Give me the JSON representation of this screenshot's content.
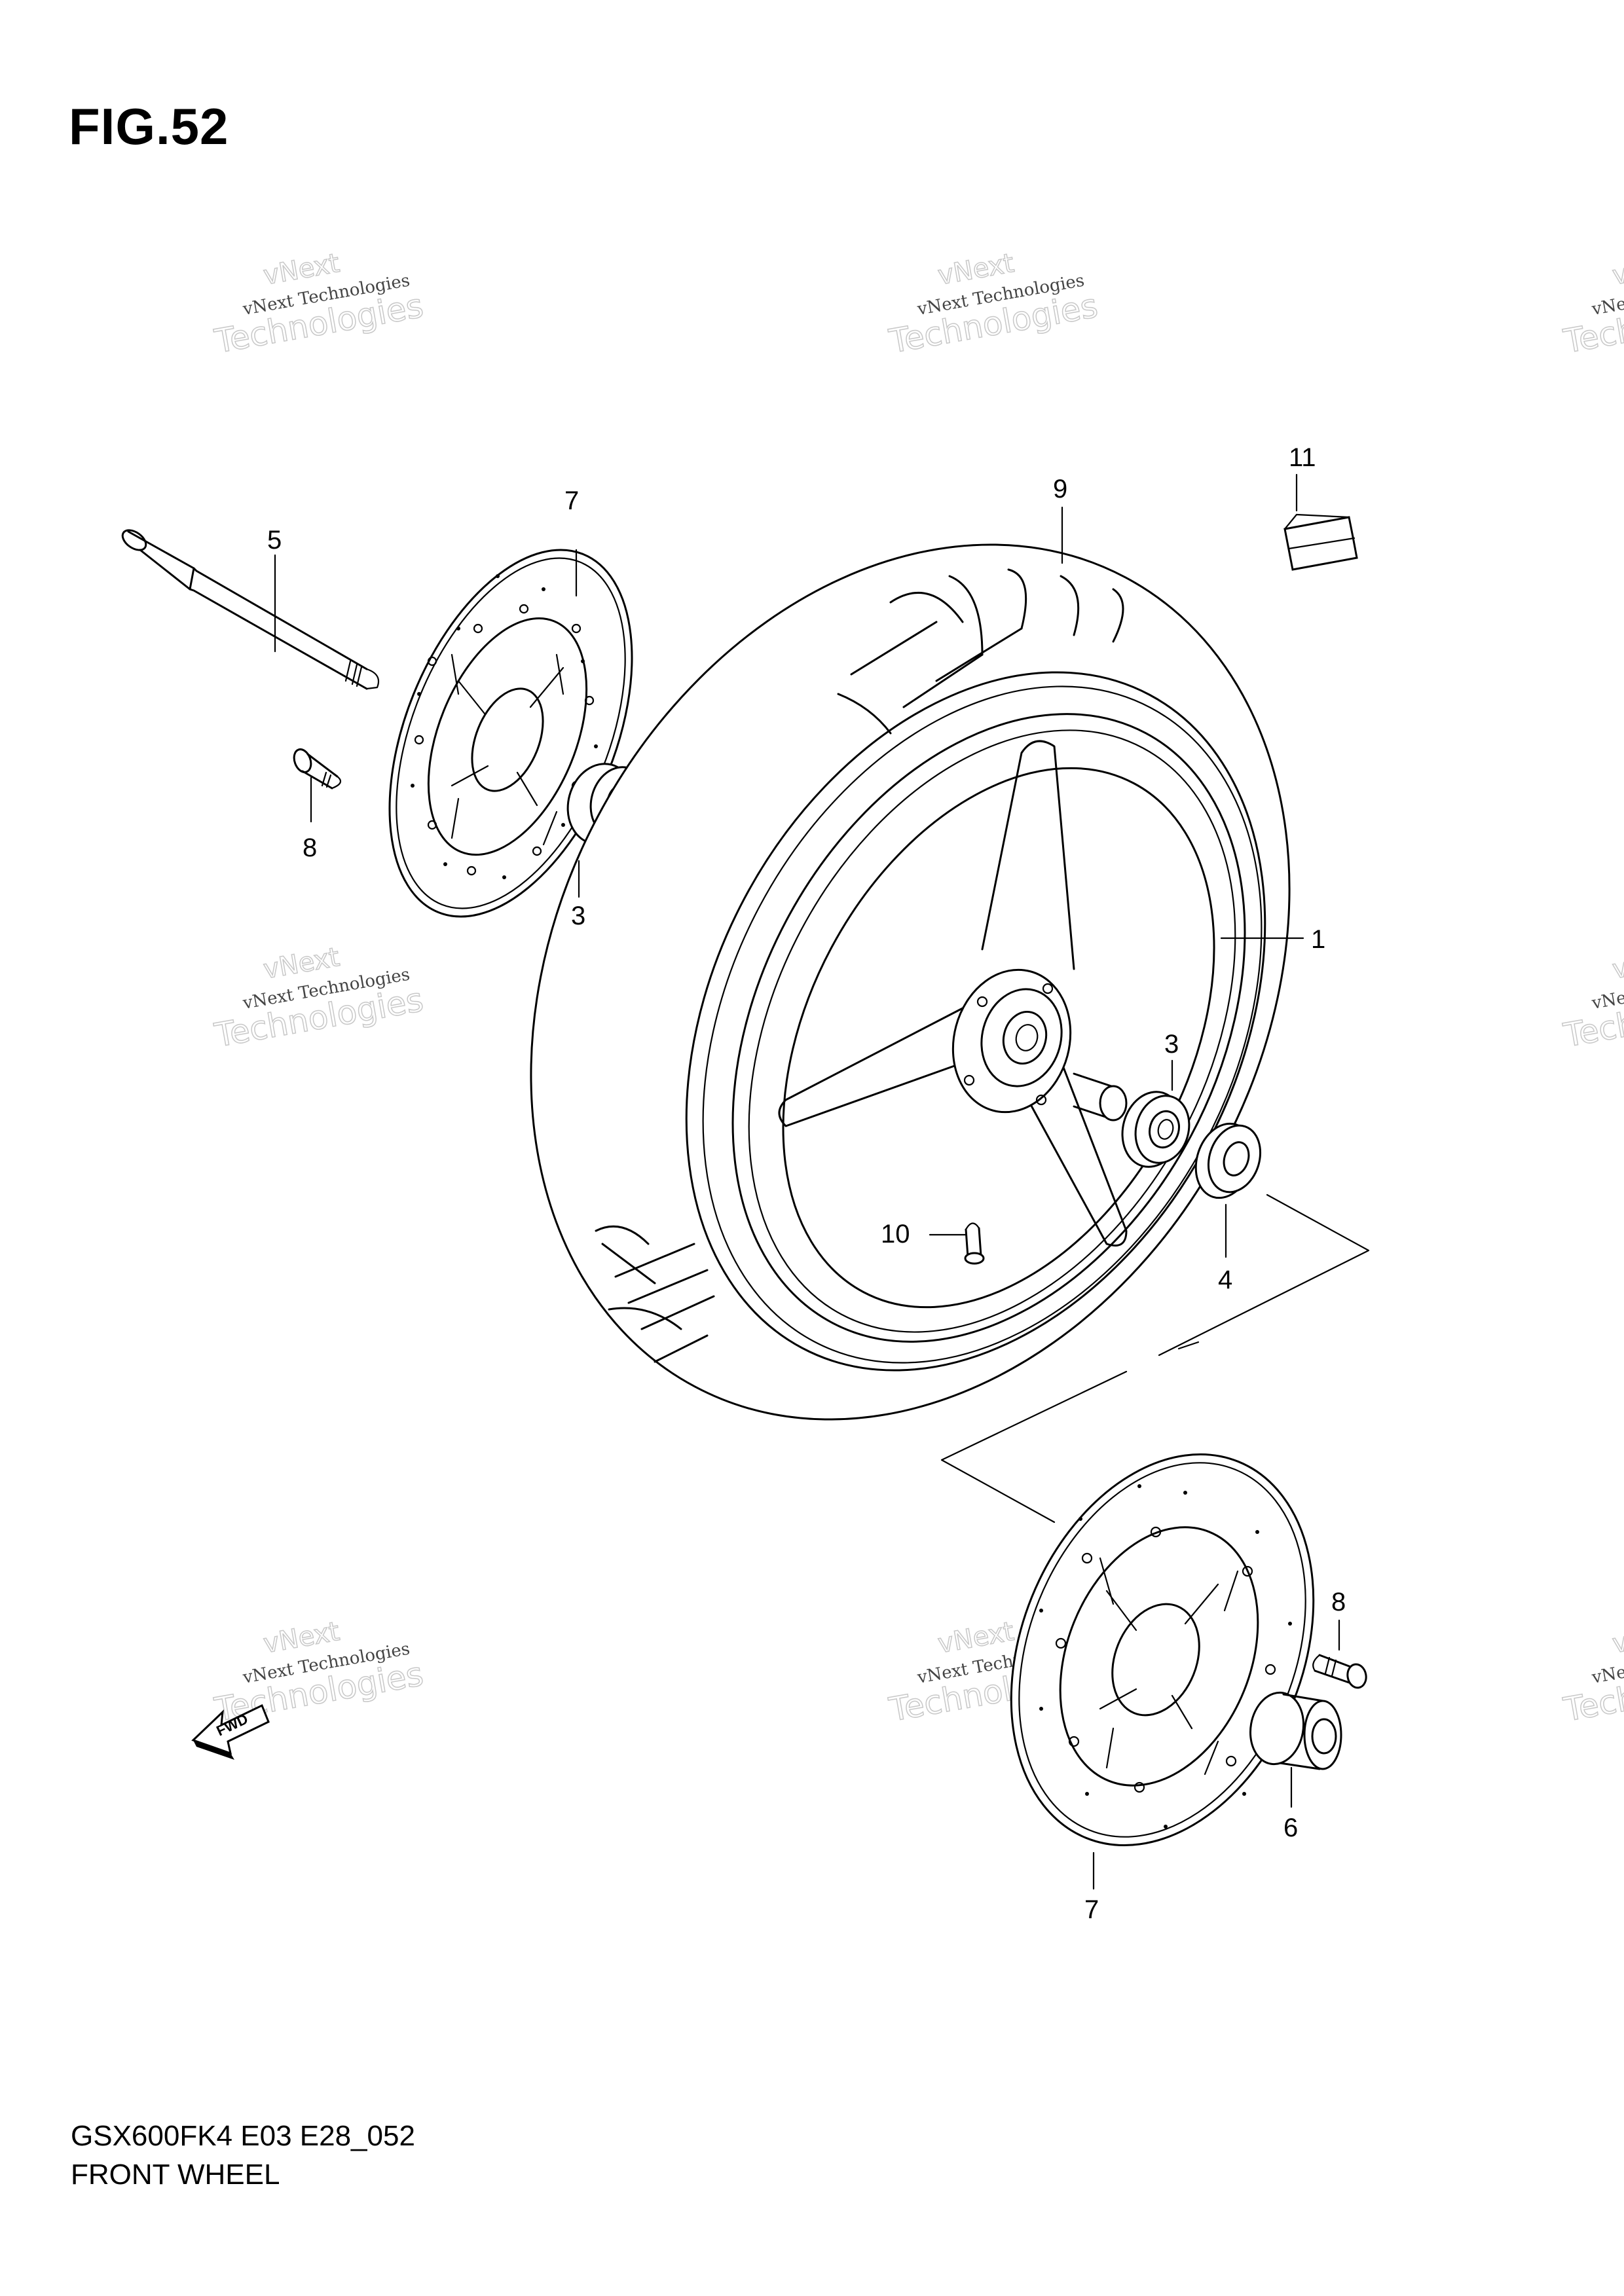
{
  "figure": {
    "title": "FIG.52",
    "model_code": "GSX600FK4 E03 E28_052",
    "section_name": "FRONT WHEEL"
  },
  "watermark": {
    "line1": "vNext",
    "line2": "vNext Technologies",
    "line3": "Technologies"
  },
  "arrow_label": "FWD",
  "callouts": {
    "wheel": "1",
    "bearing_left": "3",
    "bearing_right": "3",
    "spacer": "4",
    "axle": "5",
    "collar": "6",
    "disc_top": "7",
    "disc_bottom": "7",
    "bolt_left": "8",
    "bolt_right": "8",
    "tire": "9",
    "valve": "10",
    "balancer": "11"
  },
  "colors": {
    "line": "#000000",
    "watermark": "#c8c8c8",
    "background": "#ffffff"
  }
}
